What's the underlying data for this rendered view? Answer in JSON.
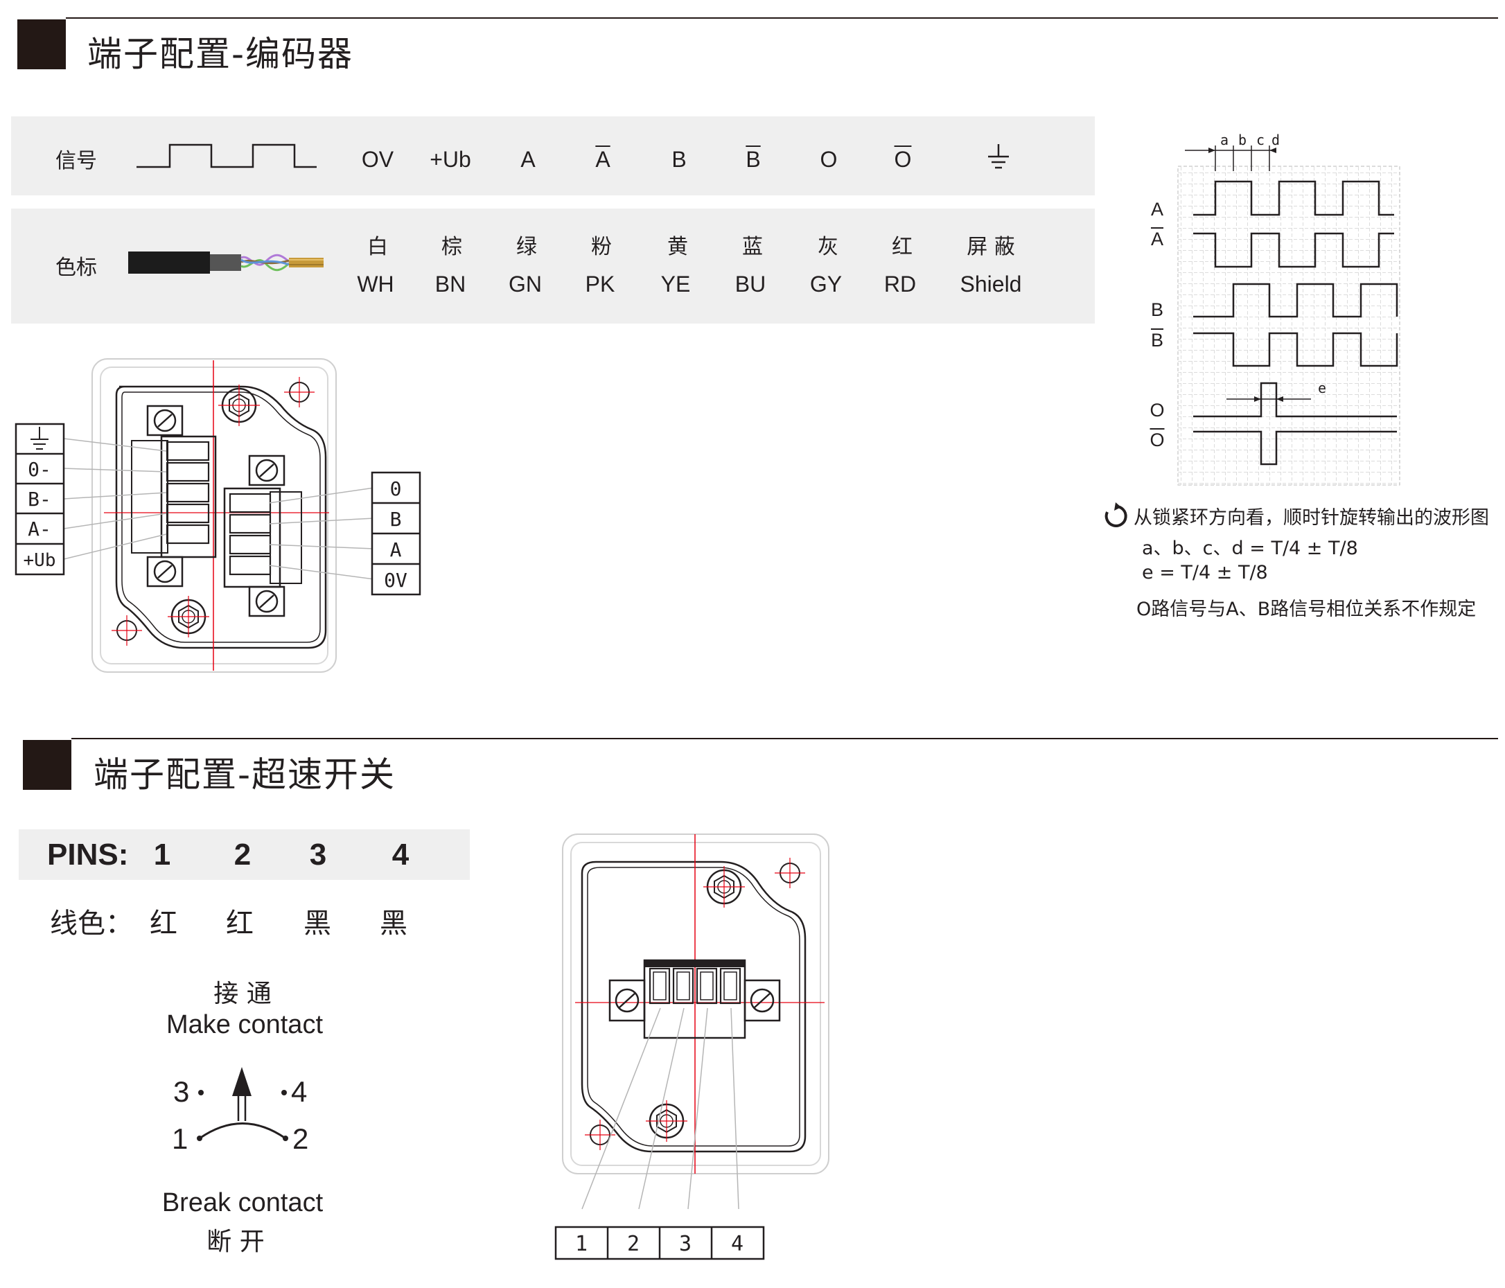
{
  "section1": {
    "title": "端子配置-编码器"
  },
  "section2": {
    "title": "端子配置-超速开关"
  },
  "encoder_table": {
    "signal_label": "信号",
    "color_label": "色标",
    "signals": [
      {
        "text": "OV",
        "overbar": false
      },
      {
        "text": "+Ub",
        "overbar": false
      },
      {
        "text": "A",
        "overbar": false
      },
      {
        "text": "A",
        "overbar": true
      },
      {
        "text": "B",
        "overbar": false
      },
      {
        "text": "B",
        "overbar": true
      },
      {
        "text": "O",
        "overbar": false
      },
      {
        "text": "O",
        "overbar": true
      }
    ],
    "ground_icon": "ground-icon",
    "colors_cn": [
      "白",
      "棕",
      "绿",
      "粉",
      "黄",
      "蓝",
      "灰",
      "红",
      "屏 蔽"
    ],
    "colors_en": [
      "WH",
      "BN",
      "GN",
      "PK",
      "YE",
      "BU",
      "GY",
      "RD",
      "Shield"
    ]
  },
  "connector1": {
    "left_labels": [
      "+Ub",
      "A-",
      "B-",
      "0-"
    ],
    "left_ground_icon": "ground-icon",
    "right_labels": [
      "0",
      "B",
      "A",
      "0V"
    ]
  },
  "waveform": {
    "dimension_labels": [
      "a",
      "b",
      "c",
      "d"
    ],
    "e_label": "e",
    "channel_labels": [
      {
        "text": "A",
        "overbar": false
      },
      {
        "text": "A",
        "overbar": true
      },
      {
        "text": "B",
        "overbar": false
      },
      {
        "text": "B",
        "overbar": true
      },
      {
        "text": "O",
        "overbar": false
      },
      {
        "text": "O",
        "overbar": true
      }
    ],
    "rotation_icon": "clockwise-rotation-icon",
    "notes": [
      "从锁紧环方向看，顺时针旋转输出的波形图",
      "a、b、c、d = T/4 ± T/8",
      "e = T/4 ± T/8",
      "O路信号与A、B路信号相位关系不作规定"
    ]
  },
  "switch_table": {
    "pins_label": "PINS:",
    "pins": [
      "1",
      "2",
      "3",
      "4"
    ],
    "wire_color_label": "线色：",
    "wire_colors": [
      "红",
      "红",
      "黑",
      "黑"
    ]
  },
  "contact_diagram": {
    "make_cn": "接 通",
    "make_en": "Make contact",
    "break_en": "Break contact",
    "break_cn": "断 开",
    "terminal_labels": [
      "3",
      "4",
      "1",
      "2"
    ]
  },
  "connector2": {
    "pin_labels": [
      "1",
      "2",
      "3",
      "4"
    ]
  }
}
